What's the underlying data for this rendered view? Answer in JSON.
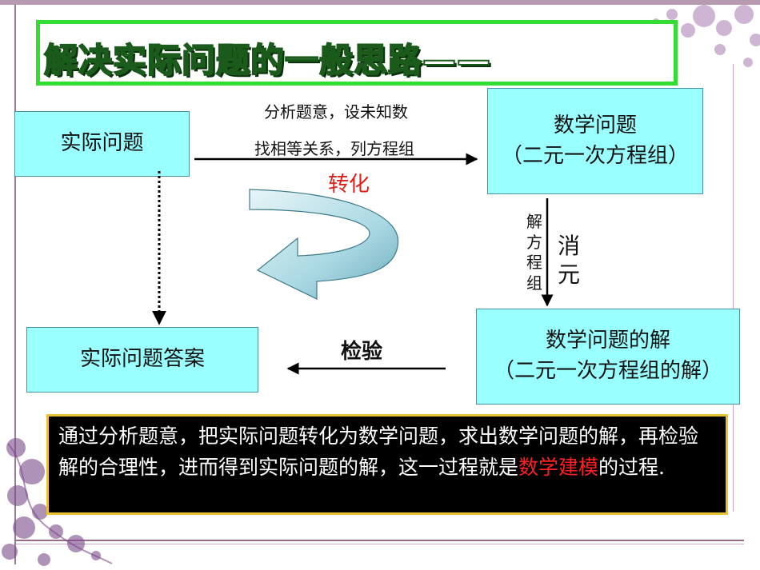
{
  "title": "解决实际问题的一般思路——",
  "nodes": {
    "practical_problem": "实际问题",
    "math_problem_line1": "数学问题",
    "math_problem_line2": "（二元一次方程组）",
    "practical_answer": "实际问题答案",
    "math_solution_line1": "数学问题的解",
    "math_solution_line2": "（二元一次方程组的解）"
  },
  "edges": {
    "top_label_1": "分析题意，设未知数",
    "top_label_2": "找相等关系，列方程组",
    "convert": "转化",
    "solve": "解方程组",
    "eliminate": "消元",
    "check": "检验"
  },
  "description": {
    "part1": "通过分析题意，把实际问题转化为数学问题，求出数学问题的解，再检验解的合理性，进而得到实际问题的解，这一过程就是",
    "highlight": "数学建模",
    "part2": "的过程."
  },
  "colors": {
    "box_fill": "#99ffff",
    "title_border": "#33dd33",
    "convert_text": "#e0201a",
    "highlight": "#ff2020"
  }
}
